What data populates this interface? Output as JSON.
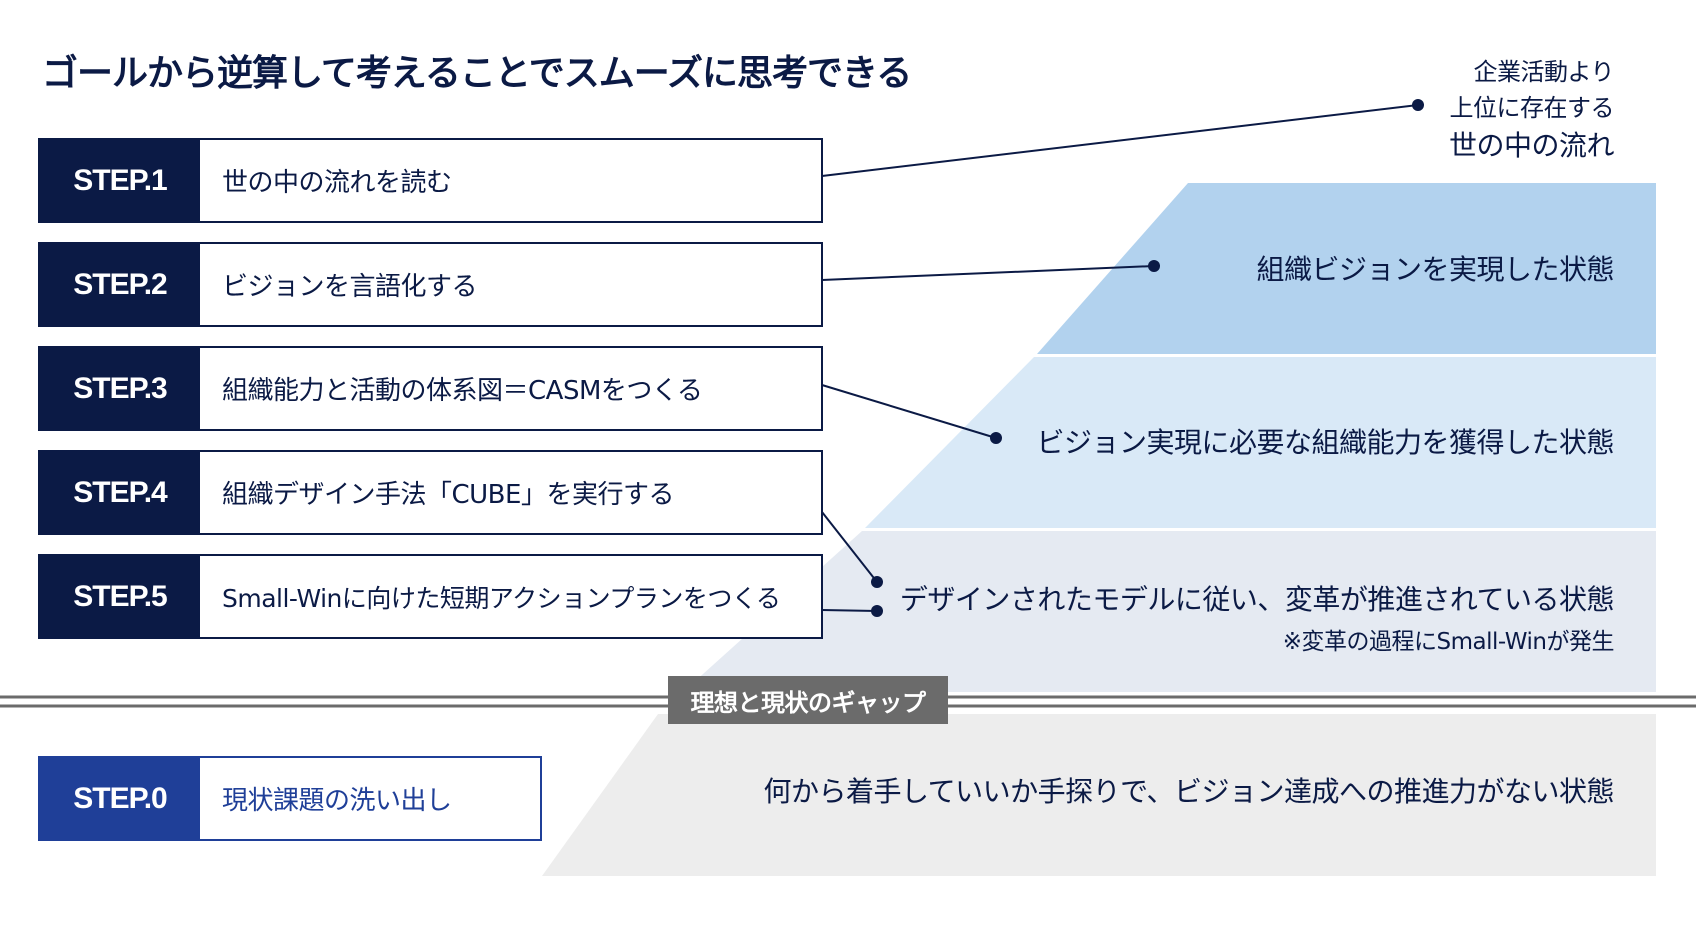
{
  "title": "ゴールから逆算して考えることでスムーズに思考できる",
  "steps": [
    {
      "label": "STEP.1",
      "text": "世の中の流れを読む"
    },
    {
      "label": "STEP.2",
      "text": "ビジョンを言語化する"
    },
    {
      "label": "STEP.3",
      "text": "組織能力と活動の体系図＝CASMをつくる"
    },
    {
      "label": "STEP.4",
      "text": "組織デザイン手法「CUBE」を実行する"
    },
    {
      "label": "STEP.5",
      "text": "Small-Winに向けた短期アクションプランをつくる"
    }
  ],
  "step0": {
    "label": "STEP.0",
    "text": "現状課題の洗い出し"
  },
  "levels": {
    "top_line1": "企業活動より",
    "top_line2": "上位に存在する",
    "top_line3": "世の中の流れ",
    "level1": "組織ビジョンを実現した状態",
    "level2": "ビジョン実現に必要な組織能力を獲得した状態",
    "level3": "デザインされたモデルに従い、変革が推進されている状態",
    "level3_note": "※変革の過程にSmall-Winが発生",
    "current": "何から着手していいか手探りで、ビジョン達成への推進力がない状態"
  },
  "gap_label": "理想と現状のギャップ",
  "colors": {
    "navy": "#0b1a45",
    "step0_blue": "#1f3f98",
    "tier1": "#b2d2ee",
    "tier2": "#d9e9f7",
    "tier3": "#e5eaf2",
    "tier_current": "#ededed",
    "gap_badge": "#6b6b6b",
    "gap_lines": "#6b6b6b"
  }
}
